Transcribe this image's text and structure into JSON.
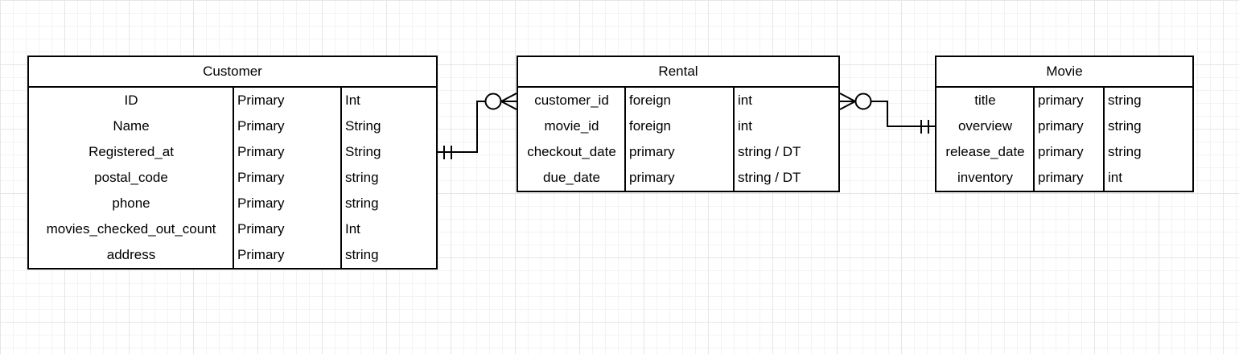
{
  "entities": {
    "customer": {
      "title": "Customer",
      "rows": [
        {
          "name": "ID",
          "key": "Primary",
          "type": "Int"
        },
        {
          "name": "Name",
          "key": "Primary",
          "type": "String"
        },
        {
          "name": "Registered_at",
          "key": "Primary",
          "type": "String"
        },
        {
          "name": "postal_code",
          "key": "Primary",
          "type": "string"
        },
        {
          "name": "phone",
          "key": "Primary",
          "type": "string"
        },
        {
          "name": "movies_checked_out_count",
          "key": "Primary",
          "type": "Int"
        },
        {
          "name": "address",
          "key": "Primary",
          "type": "string"
        }
      ]
    },
    "rental": {
      "title": "Rental",
      "rows": [
        {
          "name": "customer_id",
          "key": "foreign",
          "type": "int"
        },
        {
          "name": "movie_id",
          "key": "foreign",
          "type": "int"
        },
        {
          "name": "checkout_date",
          "key": "primary",
          "type": "string / DT"
        },
        {
          "name": "due_date",
          "key": "primary",
          "type": "string / DT"
        }
      ]
    },
    "movie": {
      "title": "Movie",
      "rows": [
        {
          "name": "title",
          "key": "primary",
          "type": "string"
        },
        {
          "name": "overview",
          "key": "primary",
          "type": "string"
        },
        {
          "name": "release_date",
          "key": "primary",
          "type": "string"
        },
        {
          "name": "inventory",
          "key": "primary",
          "type": "int"
        }
      ]
    }
  },
  "relationships": [
    {
      "from": "Customer",
      "to": "Rental",
      "from_cardinality": "exactly-one",
      "to_cardinality": "zero-or-many"
    },
    {
      "from": "Movie",
      "to": "Rental",
      "from_cardinality": "exactly-one",
      "to_cardinality": "zero-or-many"
    }
  ]
}
